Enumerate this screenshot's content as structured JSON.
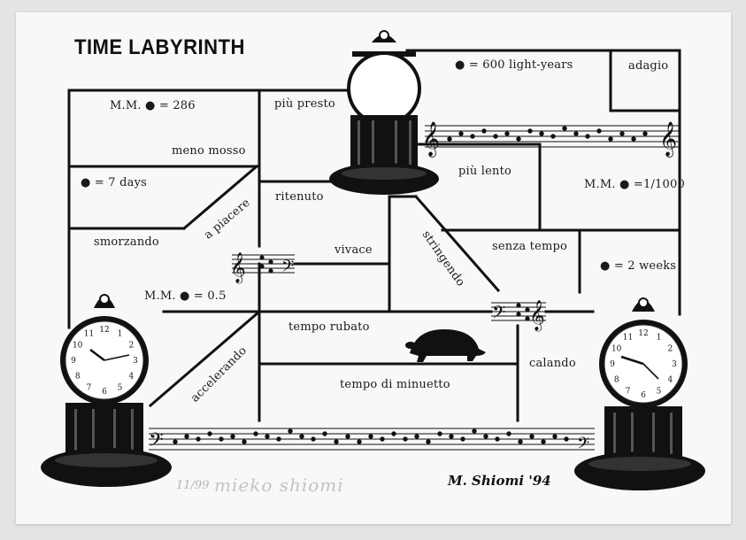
{
  "title": "TIME LABYRINTH",
  "labels": {
    "mm_286": "M.M. ● = 286",
    "meno_mosso": "meno mosso",
    "piu_presto": "più presto",
    "light_years": "● = 600 light-years",
    "adagio": "adagio",
    "seven_days": "● = 7 days",
    "a_piacere": "a piacere",
    "ritenuto": "ritenuto",
    "piu_lento": "più lento",
    "mm_1000": "M.M. ● =1/1000",
    "smorzando": "smorzando",
    "vivace": "vivace",
    "stringendo": "stringendo",
    "senza_tempo": "senza tempo",
    "two_weeks": "● = 2 weeks",
    "mm_05": "M.M. ● = 0.5",
    "tempo_rubato": "tempo rubato",
    "accelerando": "accelerando",
    "calando": "calando",
    "tempo_di_minuetto": "tempo di minuetto"
  },
  "edition": "11/99",
  "pencil_signature": "mieko shiomi",
  "printed_signature": "M. Shiomi '94",
  "clocks": [
    {
      "name": "top-center",
      "face": "blank"
    },
    {
      "name": "left",
      "face": "dial"
    },
    {
      "name": "right",
      "face": "dial"
    }
  ],
  "colors": {
    "ink": "#111111",
    "paper": "#f8f8f6",
    "pencil": "#bdbdbd"
  }
}
